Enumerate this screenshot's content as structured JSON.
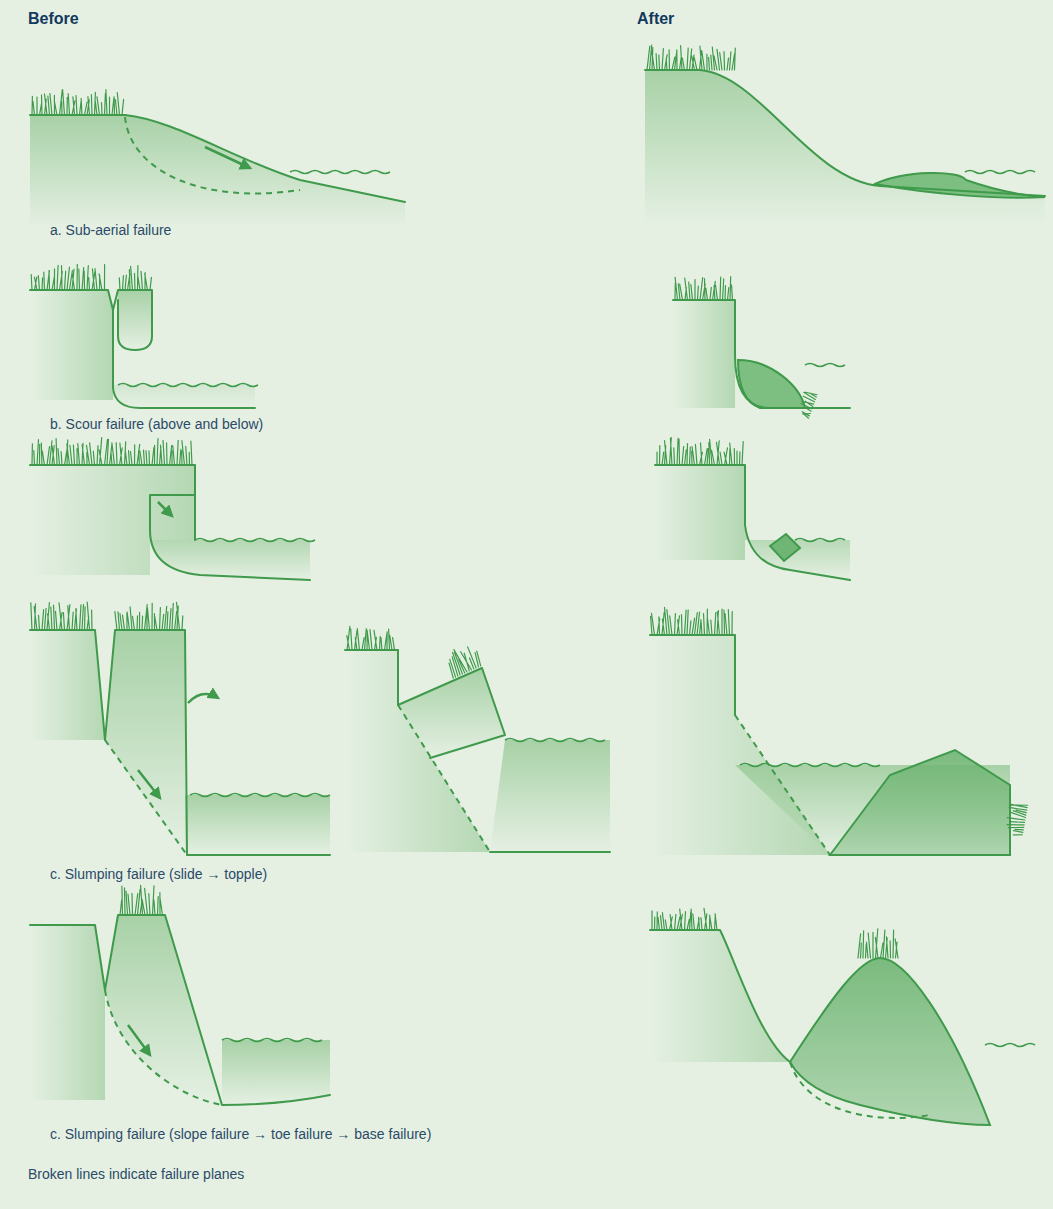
{
  "diagram": {
    "labels": [
      "Before",
      "After",
      "a. Sub-aerial failure",
      "b. Scour failure (above and below)",
      "c. Slumping failure (slide → topple)",
      "c. Slumping failure (slope failure → toe failure → base failure)",
      "Broken lines indicate failure planes"
    ]
  }
}
